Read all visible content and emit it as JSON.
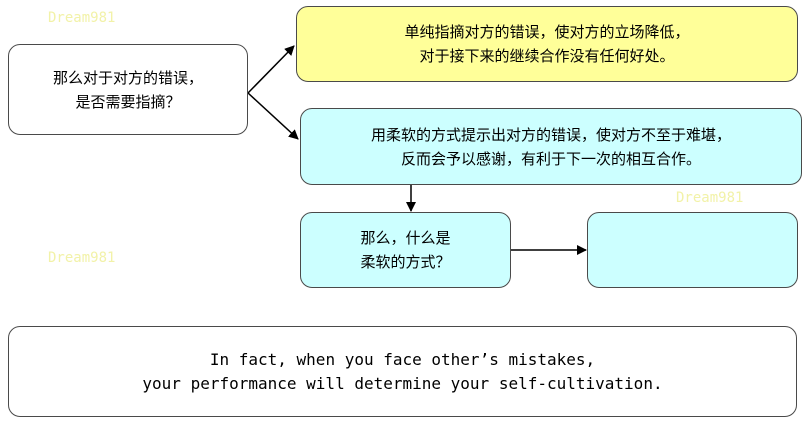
{
  "diagram": {
    "question": [
      "那么对于对方的错误，",
      "是否需要指摘？"
    ],
    "negative_outcome": [
      "单纯指摘对方的错误，使对方的立场降低，",
      "对于接下来的继续合作没有任何好处。"
    ],
    "positive_outcome": [
      "用柔软的方式提示出对方的错误，使对方不至于难堪，",
      "反而会予以感谢，有利于下一次的相互合作。"
    ],
    "how_question": [
      "那么，什么是",
      "柔软的方式？"
    ],
    "empty_answer": "",
    "conclusion": [
      "In fact, when you face other’s mistakes,",
      "your performance will determine your self-cultivation."
    ]
  },
  "watermark": "Dream981",
  "colors": {
    "border": "#4a4a4a",
    "yellow_fill": "#ffff99",
    "cyan_fill": "#ccffff",
    "arrow": "#000000"
  }
}
